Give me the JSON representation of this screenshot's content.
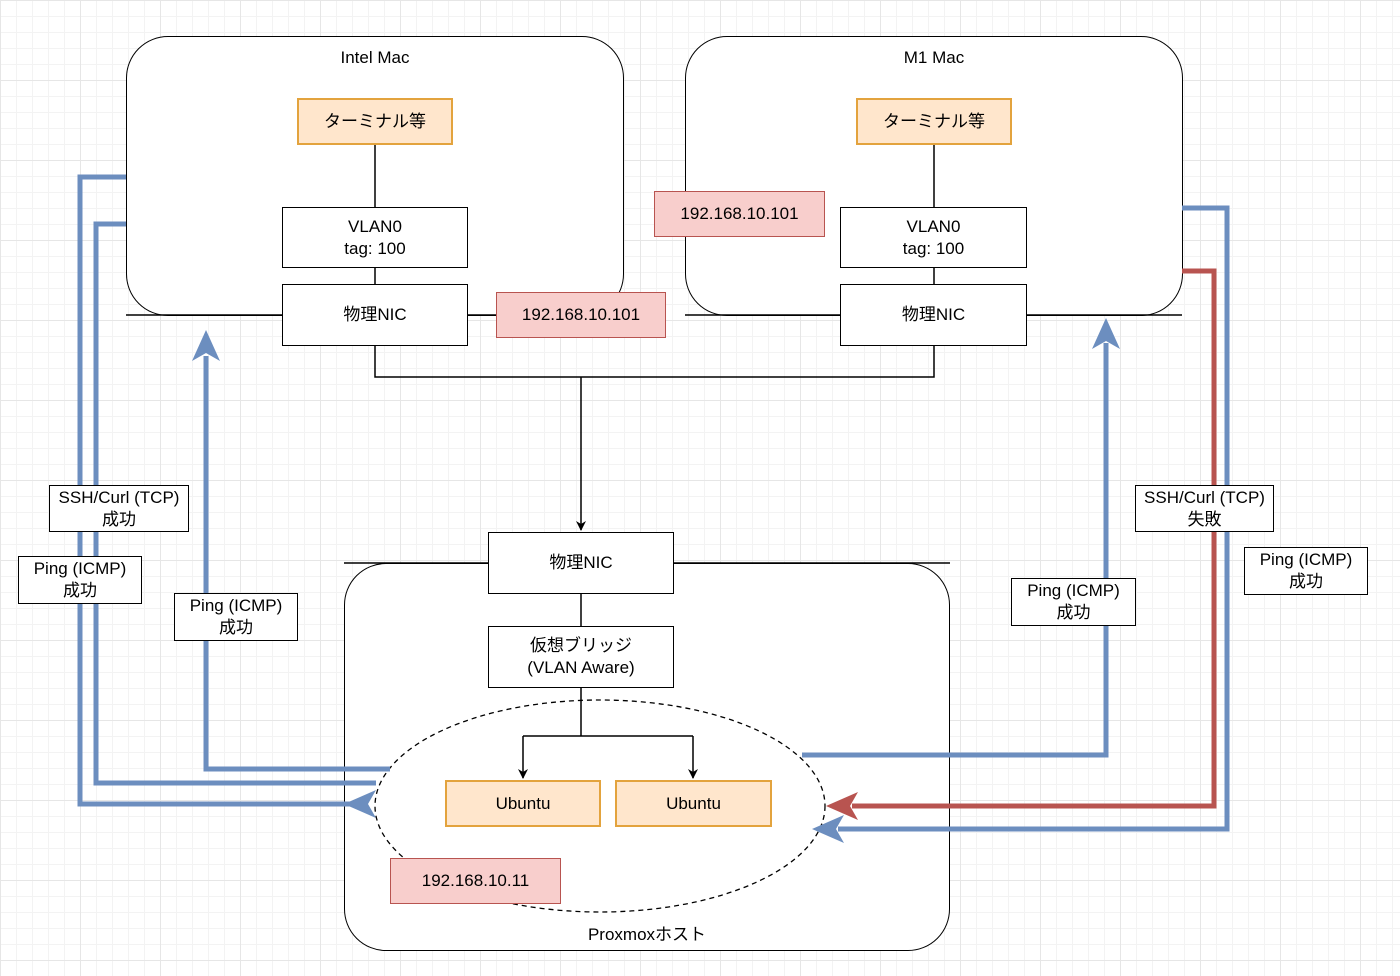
{
  "intel_mac": {
    "title": "Intel Mac",
    "terminal": "ターミナル等",
    "vlan": "VLAN0\ntag: 100",
    "nic": "物理NIC",
    "ip": "192.168.10.101"
  },
  "m1_mac": {
    "title": "M1 Mac",
    "terminal": "ターミナル等",
    "vlan": "VLAN0\ntag: 100",
    "nic": "物理NIC",
    "ip": "192.168.10.101"
  },
  "proxmox": {
    "title": "Proxmoxホスト",
    "nic": "物理NIC",
    "bridge": "仮想ブリッジ\n(VLAN Aware)",
    "vm1": "Ubuntu",
    "vm2": "Ubuntu",
    "ip": "192.168.10.11"
  },
  "labels": {
    "intel_ssh": "SSH/Curl (TCP)\n成功",
    "intel_ping_outer": "Ping (ICMP)\n成功",
    "intel_ping_inner": "Ping (ICMP)\n成功",
    "m1_ping_inner": "Ping (ICMP)\n成功",
    "m1_ssh": "SSH/Curl (TCP)\n失敗",
    "m1_ping_outer": "Ping (ICMP)\n成功"
  },
  "colors": {
    "success_arrow": "#6c8ebf",
    "failure_arrow": "#b85450",
    "process_fill": "#ffe6cc",
    "ip_fill": "#f8cecc"
  }
}
